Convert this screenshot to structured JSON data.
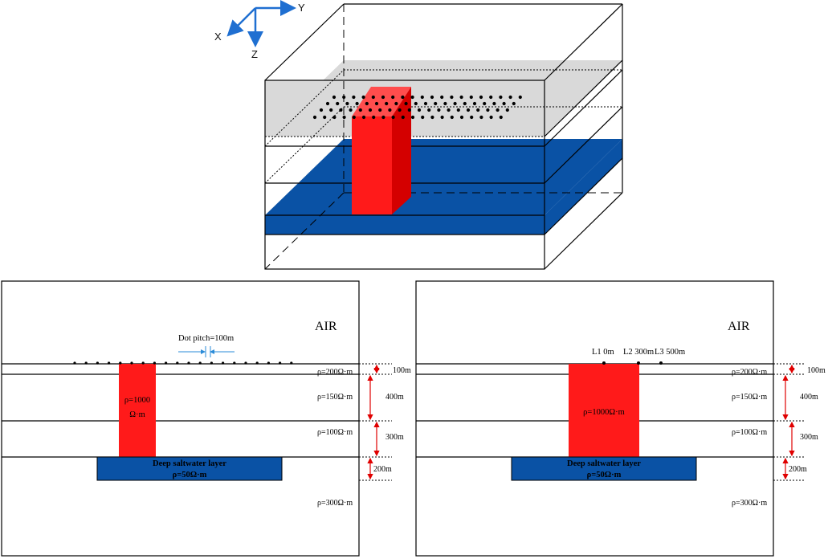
{
  "colors": {
    "red": "#ff1a1a",
    "red_dark": "#d40000",
    "red_side": "#c00000",
    "blue": "#0a52a5",
    "grey_plane": "#d9d9d9",
    "axis_blue": "#1f6fd1",
    "dim_red": "#e00000",
    "dot_pitch_blue": "#2a8bd8"
  },
  "axes": {
    "x": "X",
    "y": "Y",
    "z": "Z"
  },
  "left_panel": {
    "air": "AIR",
    "dot_pitch": "Dot pitch=100m",
    "anomaly_label_1": "ρ=1000",
    "anomaly_label_2": "Ω·m",
    "saltwater_name": "Deep saltwater layer",
    "saltwater_rho": "ρ=50Ω·m",
    "layer_rho": [
      "ρ=200Ω·m",
      "ρ=150Ω·m",
      "ρ=100Ω·m",
      "ρ=300Ω·m"
    ],
    "thickness": [
      "100m",
      "400m",
      "300m",
      "200m"
    ]
  },
  "right_panel": {
    "air": "AIR",
    "line_labels": [
      "L1 0m",
      "L2 300m",
      "L3 500m"
    ],
    "anomaly_label": "ρ=1000Ω·m",
    "saltwater_name": "Deep saltwater layer",
    "saltwater_rho": "ρ=50Ω·m",
    "layer_rho": [
      "ρ=200Ω·m",
      "ρ=150Ω·m",
      "ρ=100Ω·m",
      "ρ=300Ω·m"
    ],
    "thickness": [
      "100m",
      "400m",
      "300m",
      "200m"
    ]
  }
}
